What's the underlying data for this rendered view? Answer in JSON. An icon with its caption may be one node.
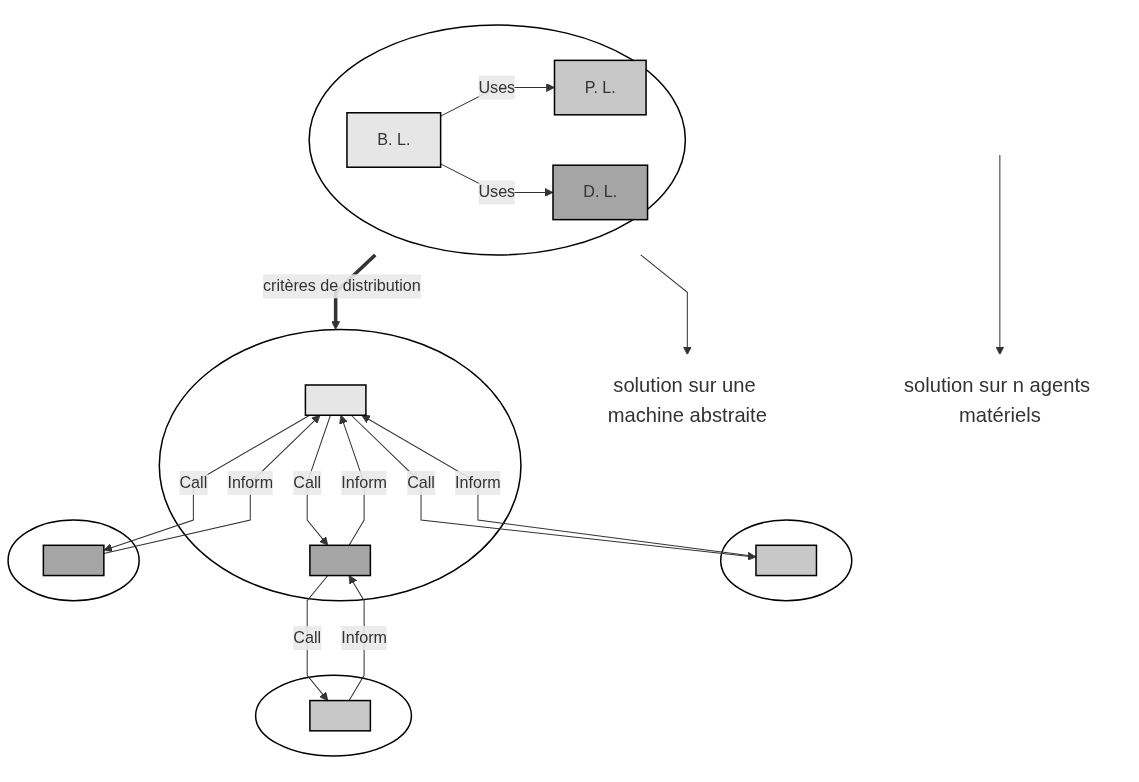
{
  "diagram": {
    "nodes": [
      {
        "text": [],
        "shape": "circle"
      },
      {
        "text": [
          "B. L."
        ],
        "in": 0
      },
      {
        "text": [
          "P. L."
        ],
        "in": 0
      },
      {
        "text": [
          "D. L."
        ],
        "in": 0
      },
      {
        "text": [
          "solution sur une machine abstraite"
        ]
      },
      {
        "text": [],
        "shape": "circle"
      },
      {
        "text": [],
        "shape": "box",
        "in": 5
      },
      {
        "text": [],
        "shape": "circle"
      },
      {
        "text": [],
        "shape": "box",
        "in": 7
      },
      {
        "text": [],
        "shape": "box",
        "in": 7
      },
      {
        "text": [],
        "shape": "circle"
      },
      {
        "text": [],
        "shape": "box",
        "in": 10
      },
      {
        "text": [],
        "shape": "circle"
      },
      {
        "text": [],
        "shape": "box",
        "in": 12
      },
      {
        "text": [
          "solution sur n agents matériels"
        ]
      }
    ],
    "edges": [
      {
        "from": 1,
        "to": 2,
        "arrow": "to",
        "label": "Uses"
      },
      {
        "from": 1,
        "to": 3,
        "arrow": "to",
        "label": "Uses"
      },
      {
        "from": 0,
        "to": 4,
        "arrow": "to"
      },
      {
        "from": 0,
        "to": 7,
        "arrow": "to",
        "label": "critères de distribution",
        "style": "thick"
      },
      {
        "from": 6,
        "to": 8,
        "arrow": "to",
        "label": "Inform"
      },
      {
        "from": 8,
        "to": 6,
        "arrow": "to",
        "label": "Call"
      },
      {
        "from": 8,
        "to": 9,
        "arrow": "to",
        "label": "Call"
      },
      {
        "from": 9,
        "to": 8,
        "arrow": "to",
        "label": "Inform"
      },
      {
        "from": 11,
        "to": 8,
        "arrow": "to",
        "label": "Inform"
      },
      {
        "from": 8,
        "to": 11,
        "arrow": "to",
        "label": "Call"
      },
      {
        "from": 9,
        "to": 13,
        "arrow": "to",
        "label": "Call"
      },
      {
        "from": 13,
        "to": 9,
        "arrow": "to",
        "label": "Inform"
      },
      {
        "from": null,
        "to": 14,
        "arrow": "to"
      }
    ]
  }
}
